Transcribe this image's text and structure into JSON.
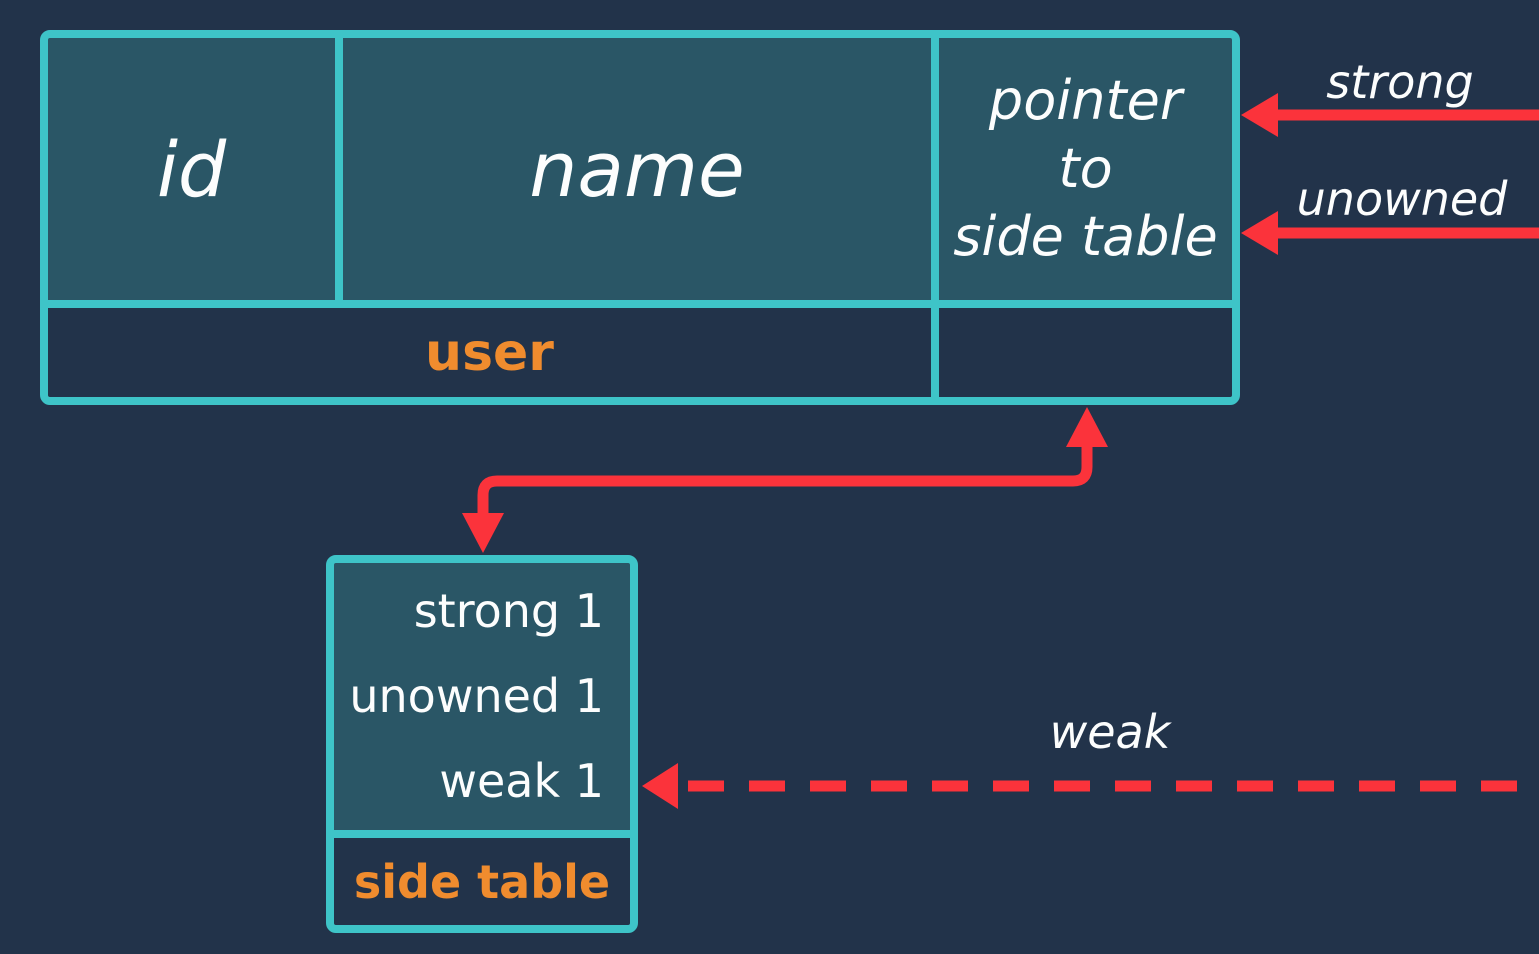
{
  "palette": {
    "background": "#22334a",
    "cell_fill": "#2a5666",
    "border_cyan": "#3ec4c8",
    "arrow_red": "#fb333b",
    "caption_orange": "#f08c2e",
    "text_white": "#fcfdfd"
  },
  "user_table": {
    "caption": "user",
    "fields": [
      {
        "label": "id"
      },
      {
        "label": "name"
      },
      {
        "label": "pointer to side table",
        "lines": [
          "pointer",
          "to",
          "side table"
        ]
      }
    ]
  },
  "side_table": {
    "caption": "side table",
    "entries": [
      {
        "text": "strong 1",
        "kind": "strong",
        "count": "1"
      },
      {
        "text": "unowned 1",
        "kind": "unowned",
        "count": "1"
      },
      {
        "text": "weak 1",
        "kind": "weak",
        "count": "1"
      }
    ]
  },
  "arrows": {
    "strong": {
      "label": "strong",
      "style": "solid",
      "points_to": "pointer to side table cell"
    },
    "unowned": {
      "label": "unowned",
      "style": "solid",
      "points_to": "pointer to side table cell"
    },
    "pointer_link": {
      "label": "",
      "style": "solid-elbow",
      "connects": "user table pointer slot and side table"
    },
    "weak": {
      "label": "weak",
      "style": "dashed",
      "points_to": "side table"
    }
  }
}
